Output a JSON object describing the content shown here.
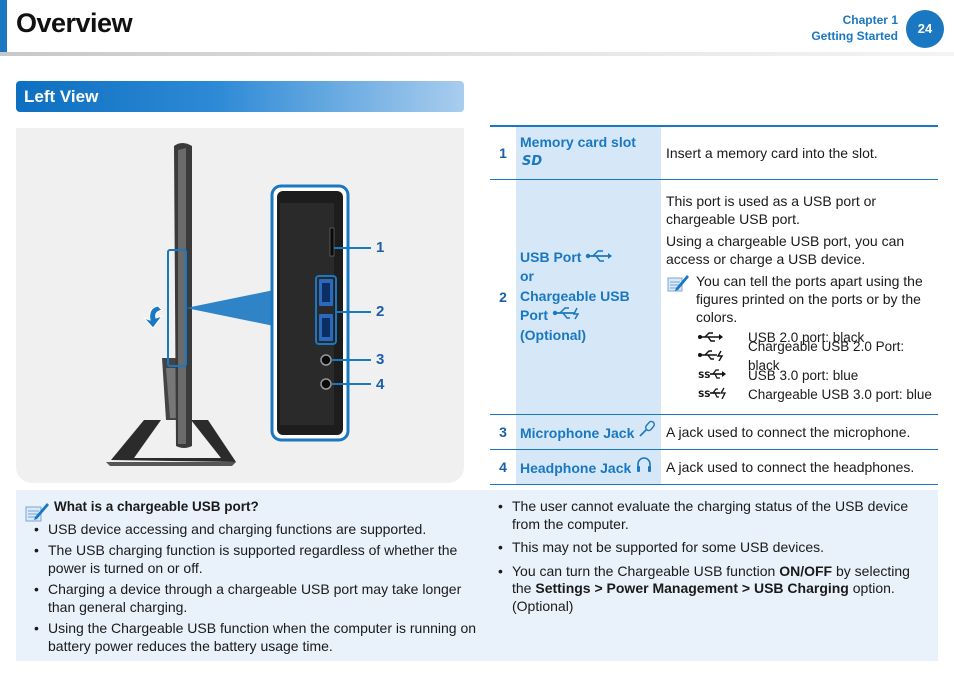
{
  "header": {
    "title": "Overview",
    "chapter_label": "Chapter 1",
    "chapter_name": "Getting Started",
    "page_number": "24"
  },
  "section": {
    "title": "Left View"
  },
  "callouts": [
    "1",
    "2",
    "3",
    "4"
  ],
  "table": {
    "rows": [
      {
        "num": "1",
        "name": "Memory card slot",
        "icon": "sd-card-icon",
        "desc": "Insert a memory card into the slot."
      },
      {
        "num": "2",
        "name_line1": "USB Port",
        "name_line2": "or",
        "name_line3": "Chargeable USB Port",
        "name_line4": "(Optional)",
        "desc_p1": "This port is used as a USB port or chargeable USB port.",
        "desc_p2": "Using a chargeable USB port, you can access or charge a USB device.",
        "note": "You can tell the ports apart using the figures printed on the ports or by the colors.",
        "ports": [
          {
            "icon": "usb-icon",
            "label": "USB 2.0 port: black"
          },
          {
            "icon": "usb-charge-icon",
            "label": "Chargeable USB 2.0 Port: black"
          },
          {
            "icon": "usb3-icon",
            "label": "USB 3.0 port: blue"
          },
          {
            "icon": "usb3-charge-icon",
            "label": "Chargeable USB 3.0 port: blue"
          }
        ]
      },
      {
        "num": "3",
        "name": "Microphone Jack",
        "icon": "microphone-icon",
        "desc": "A jack used to connect the microphone."
      },
      {
        "num": "4",
        "name": "Headphone Jack",
        "icon": "headphone-icon",
        "desc": "A jack used to connect the headphones."
      }
    ]
  },
  "tip": {
    "heading": "What is a chargeable USB port?",
    "left_items": [
      "USB device accessing and charging functions are supported.",
      "The USB charging function is supported regardless of whether the power is turned on or off.",
      "Charging a device through a chargeable USB port may take longer than general charging.",
      "Using the Chargeable USB function when the computer is running on battery power reduces the battery usage time."
    ],
    "right_item1": "The user cannot evaluate the charging status of the USB device from the computer.",
    "right_item2": "This may not be supported for some USB devices.",
    "right_item3_pre": "You can turn the Chargeable USB function ",
    "right_item3_b1": "ON/OFF",
    "right_item3_mid": " by selecting the ",
    "right_item3_b2": "Settings > Power Management > USB Charging",
    "right_item3_post": " option. (Optional)"
  },
  "colors": {
    "accent": "#1a78c2",
    "name_cell": "#d6e8f7",
    "tip_bg": "#e9f1fa"
  }
}
